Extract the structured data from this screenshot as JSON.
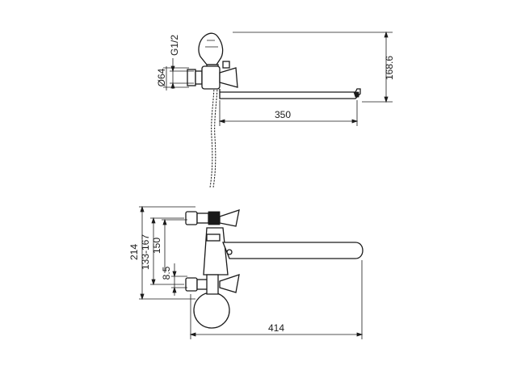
{
  "dimensions": {
    "side_view": {
      "thread": "G1/2",
      "diameter": "Ø64",
      "spout_length": "350",
      "height": "168.6"
    },
    "front_view": {
      "total_height": "214",
      "center_range": "133-167",
      "inlet_spacing": "150",
      "offset": "8.5",
      "total_width": "414"
    }
  },
  "colors": {
    "line": "#1a1a1a",
    "background": "#ffffff"
  }
}
